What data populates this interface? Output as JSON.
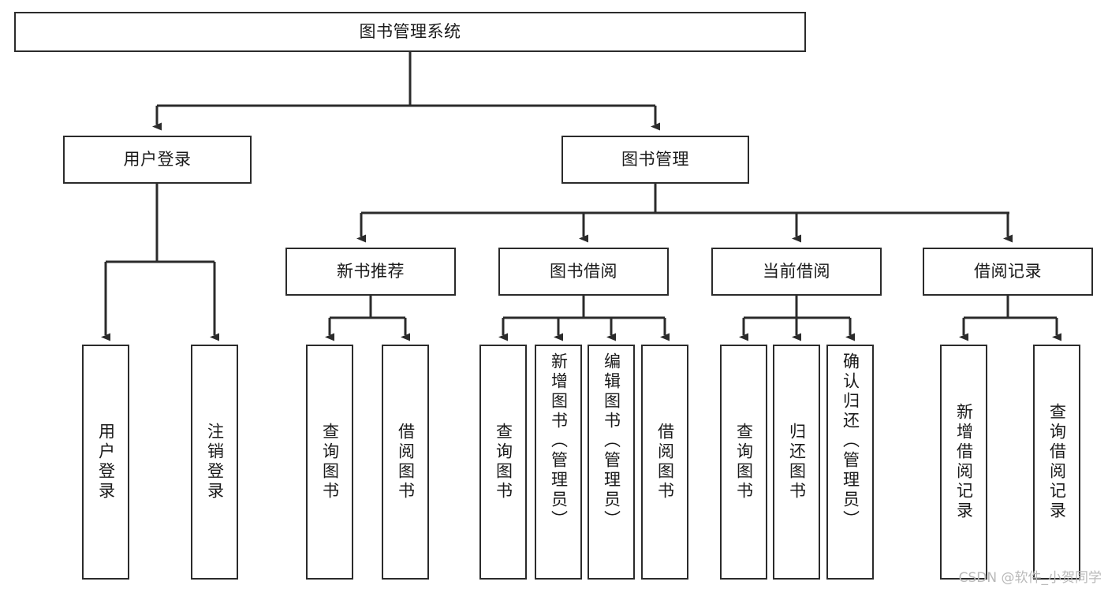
{
  "diagram": {
    "type": "tree",
    "title": "图书管理系统",
    "watermark": "CSDN @软件_小贺同学",
    "colors": {
      "box_border": "#2b2b2b",
      "box_fill": "#ffffff",
      "connector": "#2b2b2b",
      "text": "#1a1a1a",
      "watermark": "#b9b9b9",
      "background": "#ffffff"
    },
    "root": {
      "label": "图书管理系统"
    },
    "level2": [
      {
        "label": "用户登录"
      },
      {
        "label": "图书管理"
      }
    ],
    "level3": [
      {
        "label": "新书推荐"
      },
      {
        "label": "图书借阅"
      },
      {
        "label": "当前借阅"
      },
      {
        "label": "借阅记录"
      }
    ],
    "leaves": {
      "user_login": [
        {
          "label": "用户登录"
        },
        {
          "label": "注销登录"
        }
      ],
      "new_book_recommend": [
        {
          "label": "查询图书"
        },
        {
          "label": "借阅图书"
        }
      ],
      "book_borrow": [
        {
          "label": "查询图书"
        },
        {
          "label": "新增图书（管理员）"
        },
        {
          "label": "编辑图书（管理员）"
        },
        {
          "label": "借阅图书"
        }
      ],
      "current_borrow": [
        {
          "label": "查询图书"
        },
        {
          "label": "归还图书"
        },
        {
          "label": "确认归还（管理员）"
        }
      ],
      "borrow_record": [
        {
          "label": "新增借阅记录"
        },
        {
          "label": "查询借阅记录"
        }
      ]
    }
  }
}
